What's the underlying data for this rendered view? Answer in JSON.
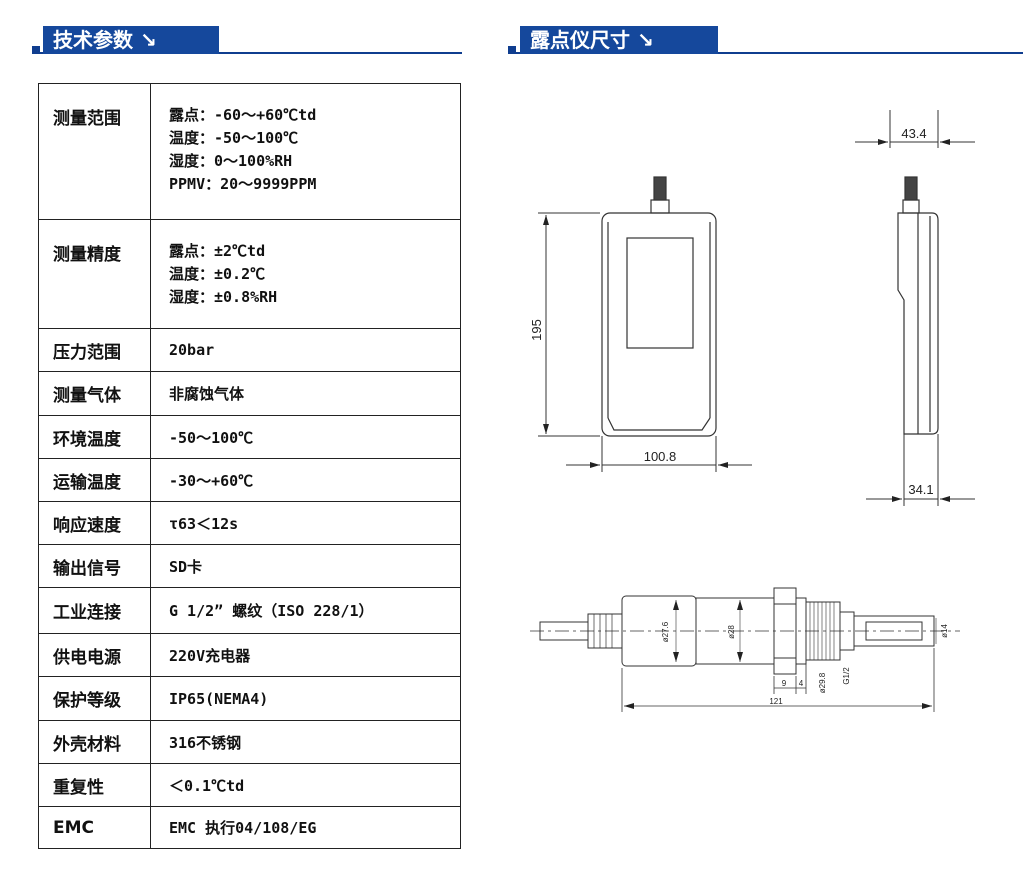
{
  "headers": {
    "specs": "技术参数 ↘",
    "dims": "露点仪尺寸 ↘"
  },
  "specs": [
    {
      "label": "测量范围",
      "lines": [
        "露点：-60～+60℃td",
        "温度：-50～100℃",
        "湿度：0～100%RH",
        "PPMV：20～9999PPM"
      ]
    },
    {
      "label": "测量精度",
      "lines": [
        "露点：±2℃td",
        "温度：±0.2℃",
        "湿度：±0.8%RH"
      ]
    },
    {
      "label": "压力范围",
      "lines": [
        "20bar"
      ]
    },
    {
      "label": "测量气体",
      "lines": [
        "非腐蚀气体"
      ]
    },
    {
      "label": "环境温度",
      "lines": [
        "-50～100℃"
      ]
    },
    {
      "label": "运输温度",
      "lines": [
        "-30～+60℃"
      ]
    },
    {
      "label": "响应速度",
      "lines": [
        "τ63＜12s"
      ]
    },
    {
      "label": "输出信号",
      "lines": [
        "SD卡"
      ]
    },
    {
      "label": "工业连接",
      "lines": [
        "G 1/2” 螺纹（ISO 228/1）"
      ]
    },
    {
      "label": "供电电源",
      "lines": [
        "220V充电器"
      ]
    },
    {
      "label": "保护等级",
      "lines": [
        "IP65(NEMA4)"
      ]
    },
    {
      "label": "外壳材料",
      "lines": [
        "316不锈钢"
      ]
    },
    {
      "label": "重复性",
      "lines": [
        "＜0.1℃td"
      ]
    },
    {
      "label": "EMC",
      "lines": [
        "EMC 执行04/108/EG"
      ]
    }
  ],
  "dimensions": {
    "height": "195",
    "width": "100.8",
    "top_depth": "43.4",
    "bottom_depth": "34.1",
    "probe_d1": "ø27.6",
    "probe_d2": "ø28",
    "probe_len1": "9",
    "probe_len2": "4",
    "probe_d3": "ø29.8",
    "probe_thread": "G1/2",
    "probe_d4": "ø14",
    "probe_total": "121"
  }
}
